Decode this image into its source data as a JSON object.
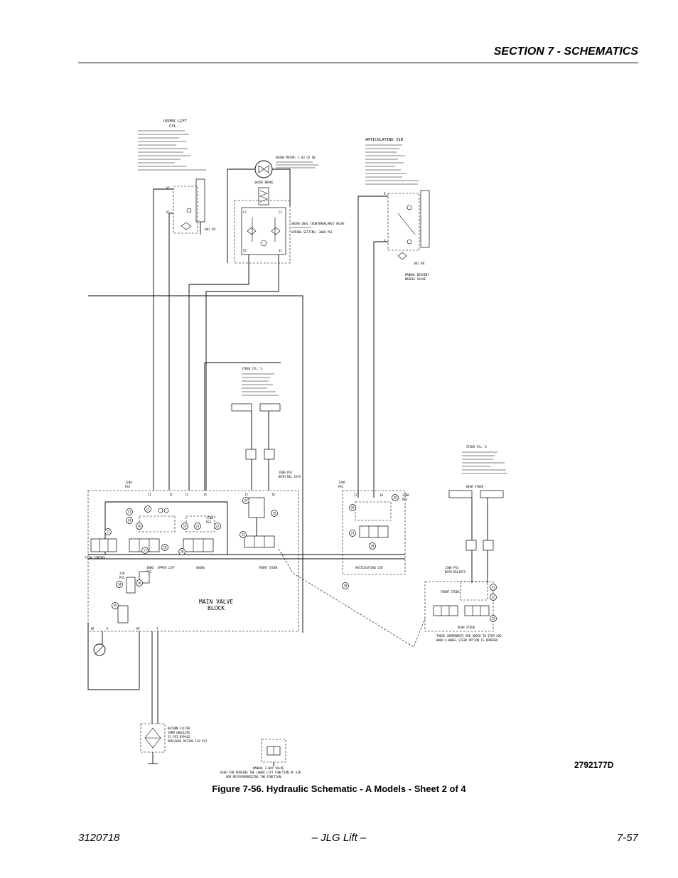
{
  "header": {
    "section_title": "SECTION 7 - SCHEMATICS"
  },
  "figure": {
    "caption": "Figure 7-56.  Hydraulic Schematic - A Models - Sheet 2 of 4",
    "drawing_number": "2792177D"
  },
  "schematic": {
    "upper_lift_cyl": {
      "title": "UPPER LIFT",
      "subtitle": "CYL.",
      "ports": [
        "V2",
        "V1"
      ],
      "orifice": ".062 OR."
    },
    "swing": {
      "motor_spec": "SWING MOTOR: 1.83 CU IN",
      "brake_label": "SWING BRAKE",
      "valve_label": "SWING DUAL COUNTERBALANCE VALVE",
      "valve_spec": "SPRING SETTING: 3000 PSI",
      "ports": [
        "C2",
        "C1",
        "V2",
        "V1"
      ]
    },
    "articulating_jib": {
      "title": "ARTICULATING JIB",
      "ports": [
        "R",
        "E"
      ],
      "orifice": ".062 OR.",
      "needle_valve": [
        "MANUAL DESCENT",
        "NEEDLE VALVE"
      ]
    },
    "steer_cyl_front": {
      "title": "STEER CYL.'S"
    },
    "steer_cyl_rear": {
      "title": "STEER CYL.'S",
      "label": "REAR STEER"
    },
    "main_valve": {
      "label_line1": "MAIN VALVE",
      "label_line2": "BLOCK",
      "pressure_1200": "1200",
      "pressure_1700": "1700",
      "pressure_1800": "1800 PSI",
      "pressure_both": "BOTH REL IEFS",
      "pressure_3000": "3000",
      "pressure_230": "230",
      "psi": "PSI",
      "port_numbers": [
        "11",
        "12",
        "13",
        "14",
        "15",
        "16"
      ],
      "section_labels": [
        "FLOW CONTROL",
        "UPPER LIFT",
        "SWING",
        "FRONT STEER"
      ],
      "bottom_ports": [
        "MF",
        "P",
        "MT",
        "T"
      ]
    },
    "jib_valve": {
      "pressure_1200": "1200",
      "pressure_2300": "2300",
      "psi": "PSI",
      "port_numbers": [
        "17",
        "18"
      ],
      "option_label": "ARTICULATING JIB"
    },
    "rear_steer_valve": {
      "pressure": "1500 PSI",
      "pressure_note": "BOTH RELIEFS",
      "front_steer": "FRONT STEER",
      "rear_steer": "REAR STEER",
      "note_line1": "THESE COMPONENTS ARE ADDED TO ITEM #20",
      "note_line2": "WHEN 4-WHEEL STEER OPTION IS ORDERED"
    },
    "return_filter": {
      "lines": [
        "RETURN FILTER",
        "10MM ABSOLUTE",
        "25 PSI BYPASS",
        "PRESSURE RATING 120 PSI"
      ]
    },
    "manual_valve": {
      "line1": "MANUAL 2-WAY VALVE",
      "line2": "USED FOR PURGING THE LOWER LIFT FUNCTION OF AIR",
      "line3": "AND RESYNCHRONIZING THE FUNCTION."
    },
    "callouts": [
      "12",
      "13",
      "14",
      "15",
      "16",
      "17",
      "18",
      "19",
      "20",
      "21",
      "22",
      "23",
      "24",
      "25",
      "26",
      "27",
      "28",
      "29",
      "30",
      "31",
      "32",
      "33",
      "34",
      "35",
      "36"
    ]
  },
  "footer": {
    "doc_number": "3120718",
    "publisher": "– JLG Lift –",
    "page_number": "7-57"
  }
}
